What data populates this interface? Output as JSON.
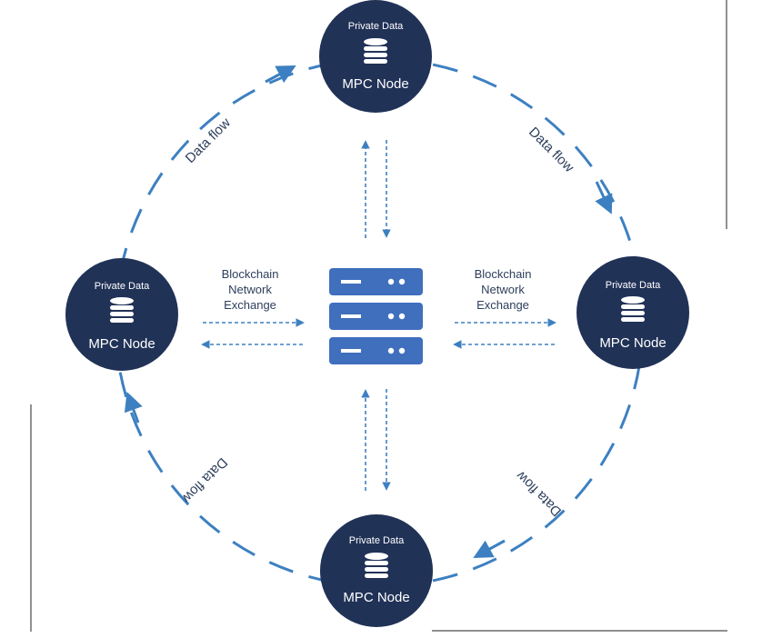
{
  "colors": {
    "node_fill": "#213257",
    "flow_blue": "#3d80c1",
    "server_blue": "#3f6fbd",
    "label_text": "#2d3e5c",
    "border_line": "#222222"
  },
  "nodes": {
    "top": {
      "small": "Private Data",
      "main": "MPC Node",
      "icon": "database-icon"
    },
    "left": {
      "small": "Private Data",
      "main": "MPC Node",
      "icon": "database-icon"
    },
    "right": {
      "small": "Private Data",
      "main": "MPC Node",
      "icon": "database-icon"
    },
    "bottom": {
      "small": "Private Data",
      "main": "MPC Node",
      "icon": "database-icon"
    }
  },
  "flow_labels": {
    "top_left": "Data flow",
    "top_right": "Data flow",
    "bottom_right": "Data flow",
    "bottom_left": "Data flow"
  },
  "exchange": {
    "left": [
      "Blockchain",
      "Network",
      "Exchange"
    ],
    "right": [
      "Blockchain",
      "Network",
      "Exchange"
    ]
  },
  "server": {
    "icon": "server-icon"
  }
}
